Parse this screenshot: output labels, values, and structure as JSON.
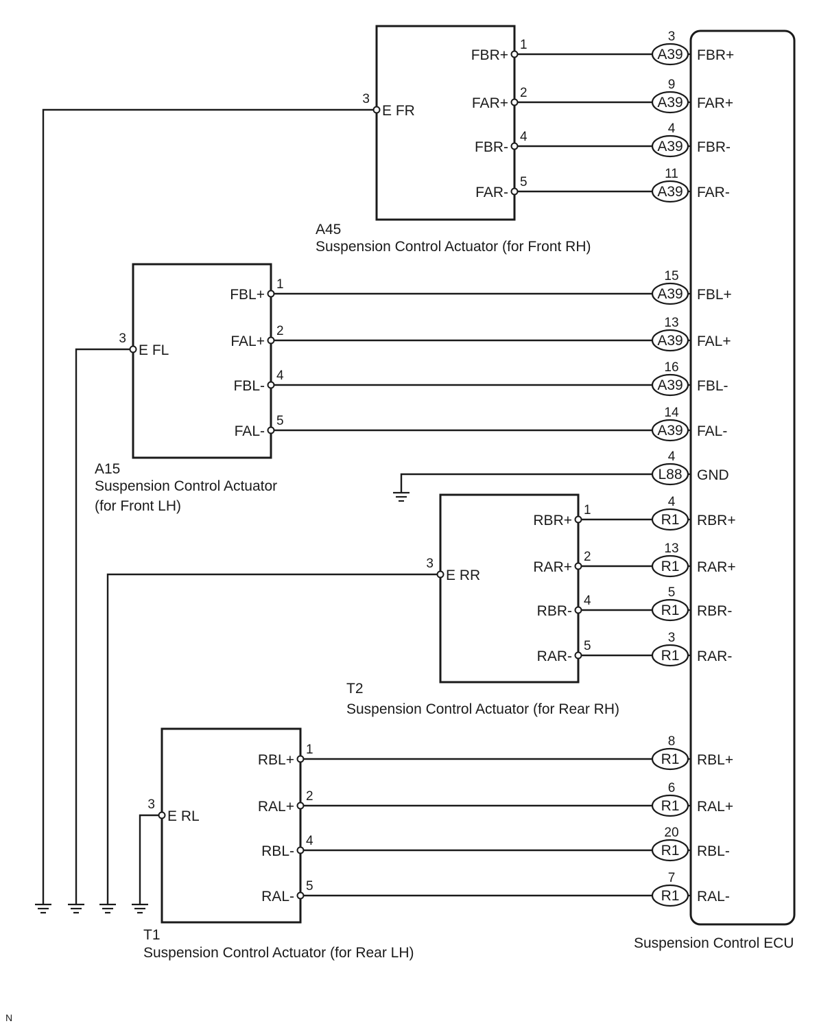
{
  "components": [
    {
      "id": "A45",
      "name": "Suspension Control Actuator (for Front RH)",
      "ground_pin": "3",
      "ground_label": "E FR",
      "pins": [
        {
          "pin": "1",
          "label": "FBR+",
          "conn": "A39",
          "ecu_pin": "3",
          "ecu_label": "FBR+"
        },
        {
          "pin": "2",
          "label": "FAR+",
          "conn": "A39",
          "ecu_pin": "9",
          "ecu_label": "FAR+"
        },
        {
          "pin": "4",
          "label": "FBR-",
          "conn": "A39",
          "ecu_pin": "4",
          "ecu_label": "FBR-"
        },
        {
          "pin": "5",
          "label": "FAR-",
          "conn": "A39",
          "ecu_pin": "11",
          "ecu_label": "FAR-"
        }
      ]
    },
    {
      "id": "A15",
      "name_lines": [
        "Suspension Control Actuator",
        "(for Front LH)"
      ],
      "ground_pin": "3",
      "ground_label": "E FL",
      "pins": [
        {
          "pin": "1",
          "label": "FBL+",
          "conn": "A39",
          "ecu_pin": "15",
          "ecu_label": "FBL+"
        },
        {
          "pin": "2",
          "label": "FAL+",
          "conn": "A39",
          "ecu_pin": "13",
          "ecu_label": "FAL+"
        },
        {
          "pin": "4",
          "label": "FBL-",
          "conn": "A39",
          "ecu_pin": "16",
          "ecu_label": "FBL-"
        },
        {
          "pin": "5",
          "label": "FAL-",
          "conn": "A39",
          "ecu_pin": "14",
          "ecu_label": "FAL-"
        }
      ]
    },
    {
      "id": "T2",
      "name": "Suspension Control Actuator (for Rear RH)",
      "ground_pin": "3",
      "ground_label": "E RR",
      "pins": [
        {
          "pin": "1",
          "label": "RBR+",
          "conn": "R1",
          "ecu_pin": "4",
          "ecu_label": "RBR+"
        },
        {
          "pin": "2",
          "label": "RAR+",
          "conn": "R1",
          "ecu_pin": "13",
          "ecu_label": "RAR+"
        },
        {
          "pin": "4",
          "label": "RBR-",
          "conn": "R1",
          "ecu_pin": "5",
          "ecu_label": "RBR-"
        },
        {
          "pin": "5",
          "label": "RAR-",
          "conn": "R1",
          "ecu_pin": "3",
          "ecu_label": "RAR-"
        }
      ]
    },
    {
      "id": "T1",
      "name": "Suspension Control Actuator (for Rear LH)",
      "ground_pin": "3",
      "ground_label": "E RL",
      "pins": [
        {
          "pin": "1",
          "label": "RBL+",
          "conn": "R1",
          "ecu_pin": "8",
          "ecu_label": "RBL+"
        },
        {
          "pin": "2",
          "label": "RAL+",
          "conn": "R1",
          "ecu_pin": "6",
          "ecu_label": "RAL+"
        },
        {
          "pin": "4",
          "label": "RBL-",
          "conn": "R1",
          "ecu_pin": "20",
          "ecu_label": "RBL-"
        },
        {
          "pin": "5",
          "label": "RAL-",
          "conn": "R1",
          "ecu_pin": "7",
          "ecu_label": "RAL-"
        }
      ]
    }
  ],
  "ecu_ground": {
    "conn": "L88",
    "ecu_pin": "4",
    "ecu_label": "GND"
  },
  "ecu": {
    "name": "Suspension Control ECU"
  },
  "footer": {
    "code": "N"
  }
}
